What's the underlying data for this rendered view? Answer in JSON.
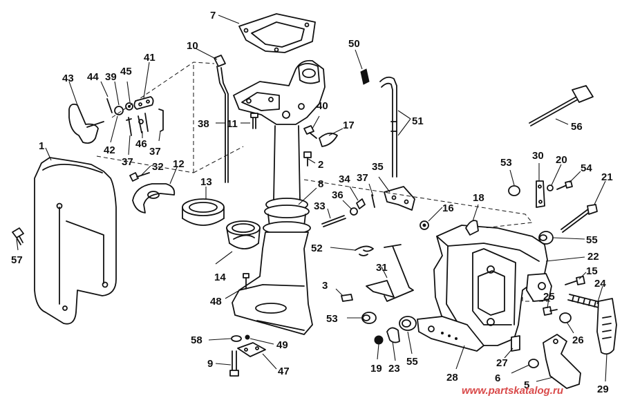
{
  "callouts": [
    "1",
    "2",
    "3",
    "5",
    "6",
    "7",
    "8",
    "9",
    "10",
    "11",
    "12",
    "13",
    "14",
    "15",
    "16",
    "17",
    "18",
    "19",
    "20",
    "21",
    "22",
    "23",
    "24",
    "25",
    "26",
    "27",
    "28",
    "29",
    "30",
    "31",
    "32",
    "33",
    "34",
    "35",
    "36",
    "37",
    "37",
    "37",
    "38",
    "39",
    "40",
    "41",
    "42",
    "43",
    "44",
    "45",
    "46",
    "47",
    "48",
    "49",
    "50",
    "51",
    "52",
    "53",
    "53",
    "54",
    "55",
    "55",
    "56",
    "57",
    "58"
  ],
  "watermark": "www.partskatalog.ru"
}
